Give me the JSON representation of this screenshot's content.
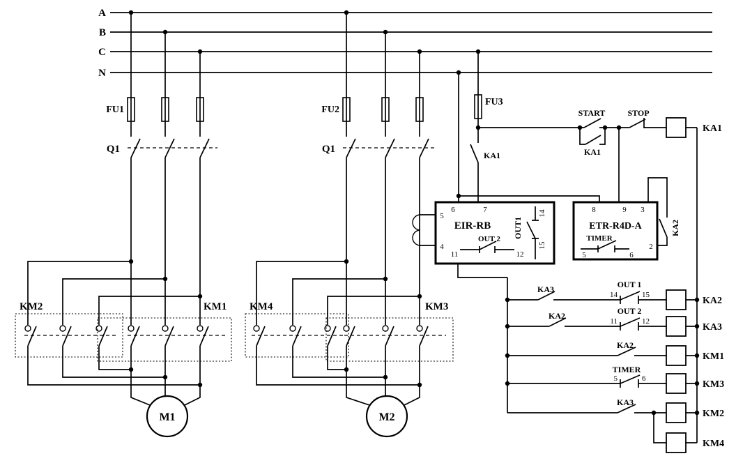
{
  "colors": {
    "ink": "#000000",
    "background": "#ffffff"
  },
  "rails": {
    "a": "A",
    "b": "B",
    "c": "C",
    "n": "N"
  },
  "fuses": {
    "fu1": "FU1",
    "fu2": "FU2",
    "fu3": "FU3"
  },
  "breakers": {
    "left": "Q1",
    "right": "Q1"
  },
  "contactors": {
    "km2": "KM2",
    "km1": "KM1",
    "km4": "KM4",
    "km3": "KM3"
  },
  "motors": {
    "m1": "M1",
    "m2": "M2"
  },
  "control": {
    "line_contact": "KA1",
    "start": "START",
    "seal": "KA1",
    "stop": "STOP",
    "coil": "KA1"
  },
  "eir": {
    "name": "EIR-RB",
    "pins": {
      "p4": "4",
      "p5": "5",
      "p6": "6",
      "p7": "7"
    },
    "out1": {
      "label": "OUT1",
      "t14": "14",
      "t15": "15"
    },
    "out2": {
      "label": "OUT 2",
      "t11": "11",
      "t12": "12"
    }
  },
  "etr": {
    "name": "ETR-R4D-A",
    "pins": {
      "p8": "8",
      "p9": "9",
      "p3": "3",
      "p2": "2"
    },
    "timer": {
      "label": "TIMER",
      "t5": "5",
      "t6": "6"
    },
    "ka2_contact": "KA2"
  },
  "ladder": {
    "rungs": [
      {
        "aux": "KA3",
        "device": "OUT 1",
        "tl": "14",
        "tr": "15",
        "coil": "KA2"
      },
      {
        "aux": "KA2",
        "device": "OUT 2",
        "tl": "11",
        "tr": "12",
        "coil": "KA3"
      },
      {
        "device": "KA2",
        "coil": "KM1"
      },
      {
        "device": "TIMER",
        "tl": "5",
        "tr": "6",
        "coil": "KM3"
      },
      {
        "device": "KA3",
        "coil": "KM2"
      },
      {
        "coil": "KM4"
      }
    ]
  }
}
